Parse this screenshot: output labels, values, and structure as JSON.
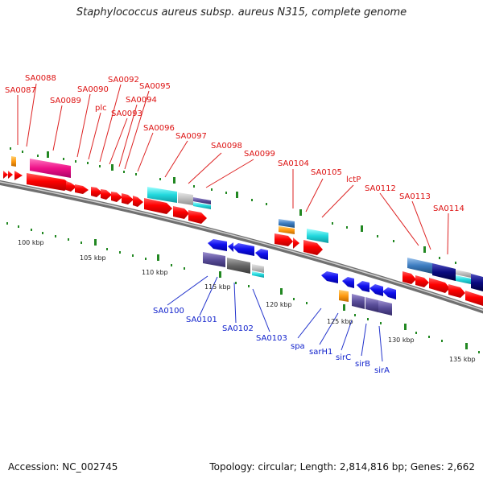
{
  "title": "Staphylococcus aureus subsp. aureus N315, complete genome",
  "footer": {
    "accession": "Accession: NC_002745",
    "summary": "Topology: circular; Length: 2,814,816 bp; Genes: 2,662"
  },
  "colors": {
    "forward_label": "#dd1111",
    "reverse_label": "#1122cc",
    "cds": "#ff0000",
    "reverse_cds": "#1010ee",
    "backbone": "#808080",
    "gc_ticks": "#228822"
  },
  "ticks": [
    "100 kbp",
    "105 kbp",
    "110 kbp",
    "115 kbp",
    "120 kbp",
    "125 kbp",
    "130 kbp",
    "135 kbp"
  ],
  "forward_labels": [
    "SA0087",
    "SA0088",
    "SA0089",
    "SA0090",
    "plc",
    "SA0092",
    "SA0093",
    "SA0094",
    "SA0095",
    "SA0096",
    "SA0097",
    "SA0098",
    "SA0099",
    "SA0104",
    "SA0105",
    "lctP",
    "SA0112",
    "SA0113",
    "SA0114"
  ],
  "reverse_labels": [
    "SA0100",
    "SA0101",
    "SA0102",
    "SA0103",
    "spa",
    "sarH1",
    "sirC",
    "sirB",
    "sirA"
  ]
}
